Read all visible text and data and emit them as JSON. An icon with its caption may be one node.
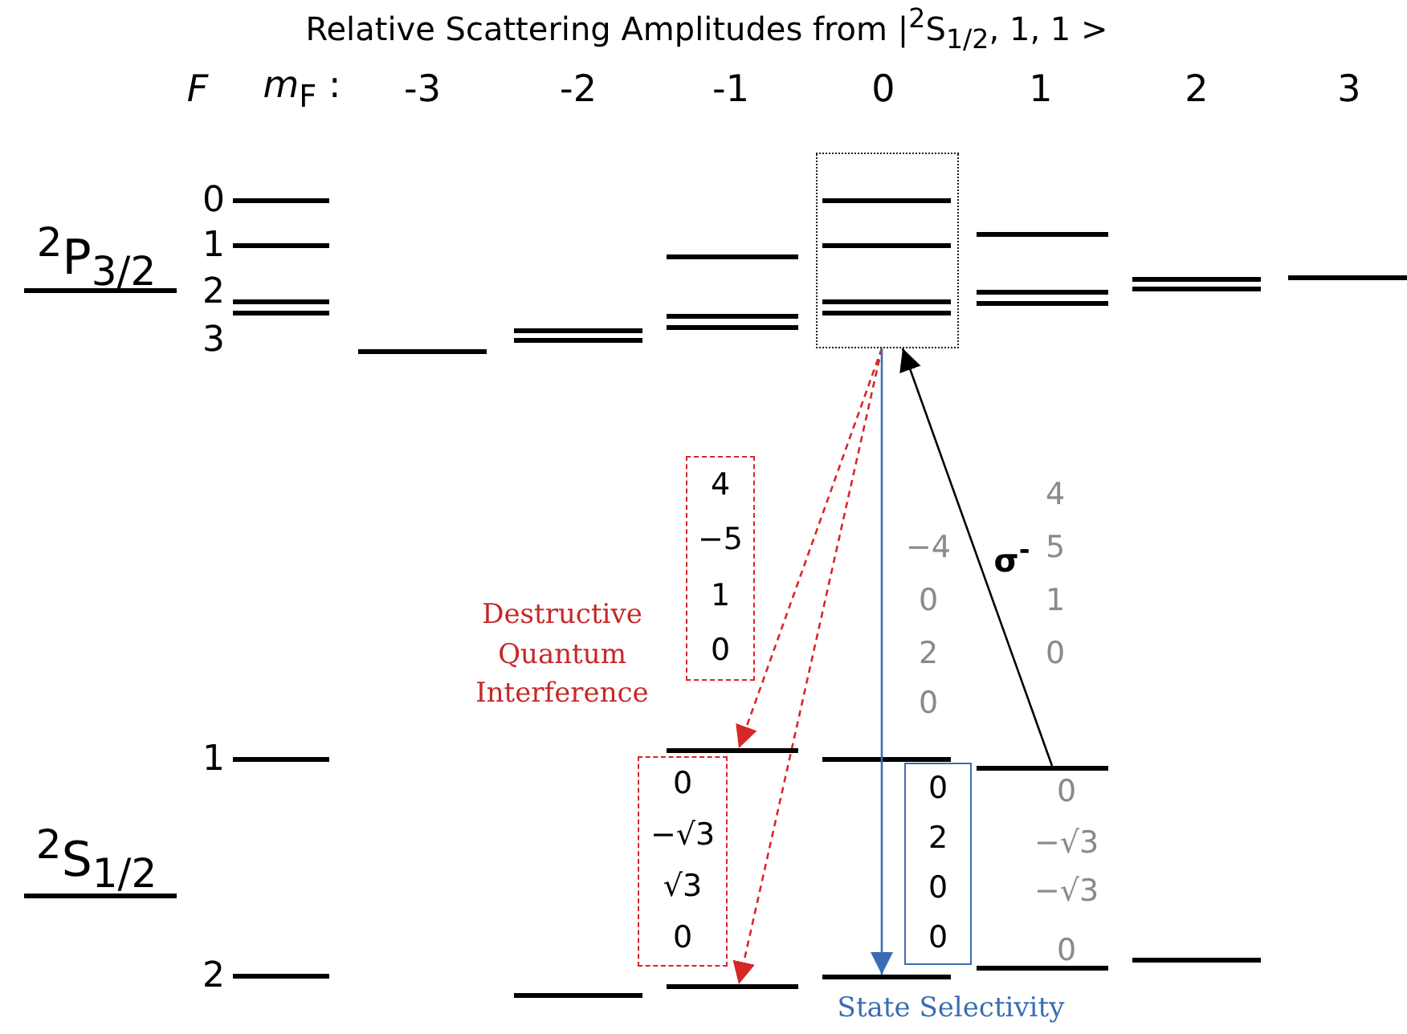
{
  "diagram": {
    "title": "Relative Scattering Amplitudes from |$^{2}$S$_{1/2}$, 1, 1 >",
    "nodes": [
      {
        "text": [],
        "shape": "box"
      },
      {
        "text": [
          "4",
          "−5",
          "1",
          "0"
        ]
      },
      {
        "text": [],
        "shape": "bar"
      },
      {
        "text": [
          "0",
          "−√3",
          "√3",
          "0"
        ]
      },
      {
        "text": [
          "0",
          "2",
          "0",
          "0"
        ]
      },
      {
        "text": [],
        "shape": "bar"
      },
      {
        "text": [],
        "shape": "bar"
      },
      {
        "text": [],
        "shape": "bar"
      }
    ],
    "edges": [
      {
        "from": 0,
        "to": 2,
        "arrow": "to",
        "style": "dashed",
        "color": "#d62728"
      },
      {
        "from": 0,
        "to": 6,
        "arrow": "to",
        "style": "dashed",
        "color": "#d62728"
      },
      {
        "from": 0,
        "to": 7,
        "arrow": "to",
        "color": "#3a6db5"
      },
      {
        "from": 5,
        "to": 0,
        "arrow": "to",
        "label": "σ$^{-}$",
        "color": "#000000"
      }
    ],
    "labels": [
      "F",
      "*m*$_{F}$ :",
      "-3",
      "-2",
      "-1",
      "0",
      "1",
      "2",
      "3",
      "0",
      "$^{2}$P$_{3/2}$",
      "1",
      "2",
      "3",
      "−4",
      "0",
      "2",
      "0",
      "4",
      "5",
      "1",
      "0",
      "Destructive Quantum Interference",
      "1",
      "$^{2}$S$_{1/2}$",
      "0",
      "−√3",
      "−√3",
      "0",
      "2",
      "State Selectivity"
    ]
  }
}
